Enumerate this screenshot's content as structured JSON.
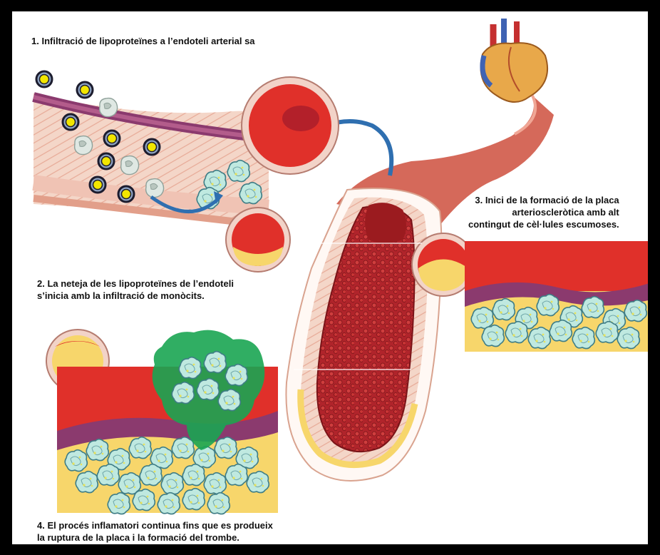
{
  "labels": {
    "step1": "1. Infiltració de  lipoproteïnes a l’endoteli arterial sa",
    "step2": "2.  La neteja de les lipoproteïnes de l’endoteli\n    s’inicia amb la infiltració de monòcits.",
    "step3": "3.  Inici de la formació de la placa\n arterioscleròtica amb alt\n contingut  de cèl·lules escumoses.",
    "step4": "4.   El procés inflamatori continua fins que es produeix\n      la ruptura de la placa i la formació del trombe."
  },
  "colors": {
    "frame": "#000000",
    "background": "#ffffff",
    "blood": "#e0302a",
    "lumen_dark": "#9b1b1f",
    "wall_pink": "#f6c8b8",
    "endothelium": "#8b3a6e",
    "plaque_yellow": "#f7d66b",
    "foam_cell": "#bfe9e0",
    "thrombus": "#1aa552",
    "arrow": "#2f6fb0",
    "lipoprotein": "#f2e600"
  },
  "icons": [
    "heart-icon",
    "lipoprotein-icon",
    "monocyte-icon",
    "foam-cell-icon",
    "curved-arrow-icon",
    "artery-cross-section-icon"
  ]
}
